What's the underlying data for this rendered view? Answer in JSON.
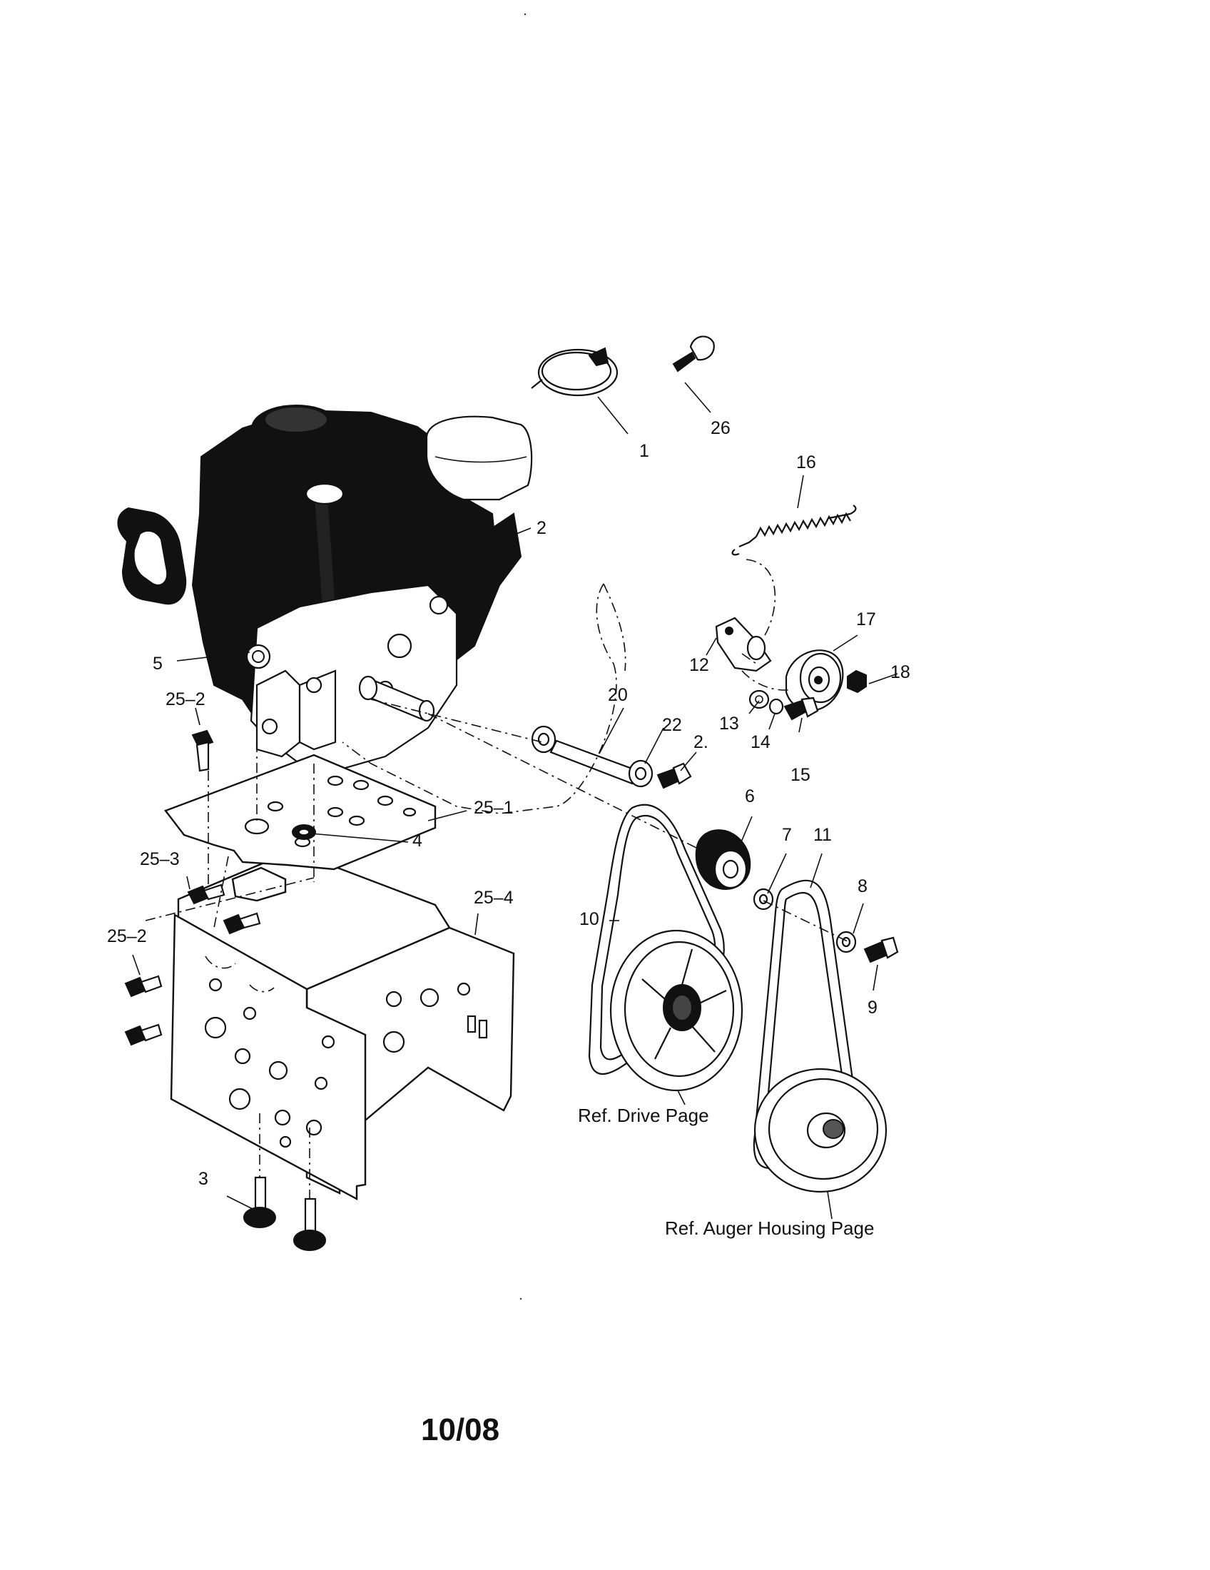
{
  "callouts": {
    "c1": "1",
    "c26": "26",
    "c16": "16",
    "c2": "2",
    "c5": "5",
    "c17": "17",
    "c18": "18",
    "c12": "12",
    "c20": "20",
    "c22": "22",
    "c2b": "2.",
    "c13": "13",
    "c14": "14",
    "c15": "15",
    "c25_2a": "25–2",
    "c25_1": "25–1",
    "c4": "4",
    "c6": "6",
    "c7": "7",
    "c11": "11",
    "c25_3": "25–3",
    "c25_4": "25–4",
    "c10": "10",
    "c8": "8",
    "c25_2b": "25–2",
    "c9": "9",
    "c3": "3"
  },
  "references": {
    "drive": "Ref. Drive Page",
    "auger": "Ref. Auger Housing Page"
  },
  "footer": {
    "date": "10/08"
  }
}
